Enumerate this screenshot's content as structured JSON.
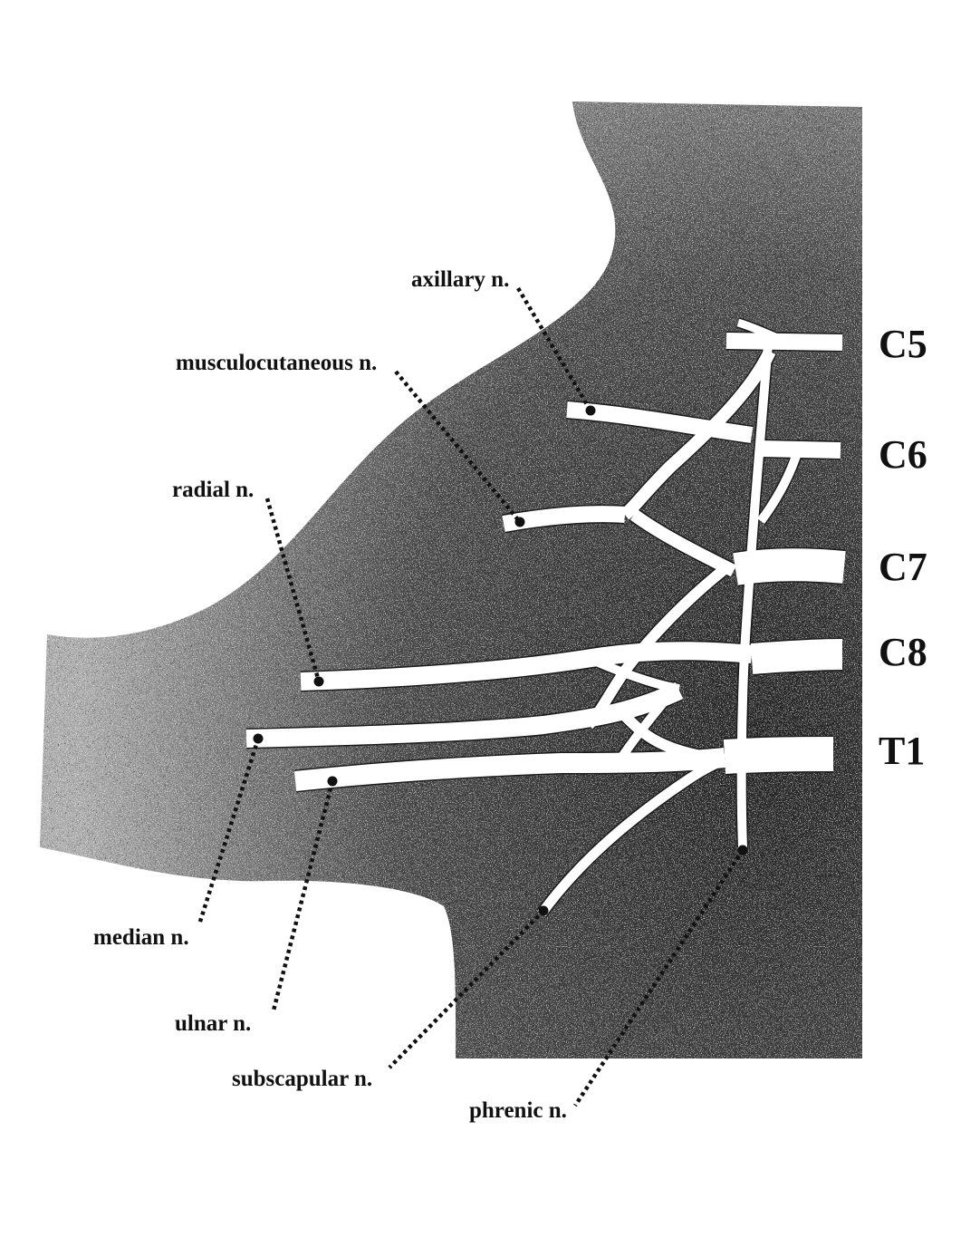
{
  "nerve_labels": {
    "axillary": "axillary n.",
    "musculocutaneous": "musculocutaneous n.",
    "radial": "radial n.",
    "median": "median n.",
    "ulnar": "ulnar n.",
    "subscapular": "subscapular n.",
    "phrenic": "phrenic n."
  },
  "root_labels": {
    "c5": "C5",
    "c6": "C6",
    "c7": "C7",
    "c8": "C8",
    "t1": "T1"
  },
  "colors": {
    "background": "#ffffff",
    "tissue": "#3a3a3a",
    "nerve": "#ffffff",
    "text": "#111111"
  }
}
